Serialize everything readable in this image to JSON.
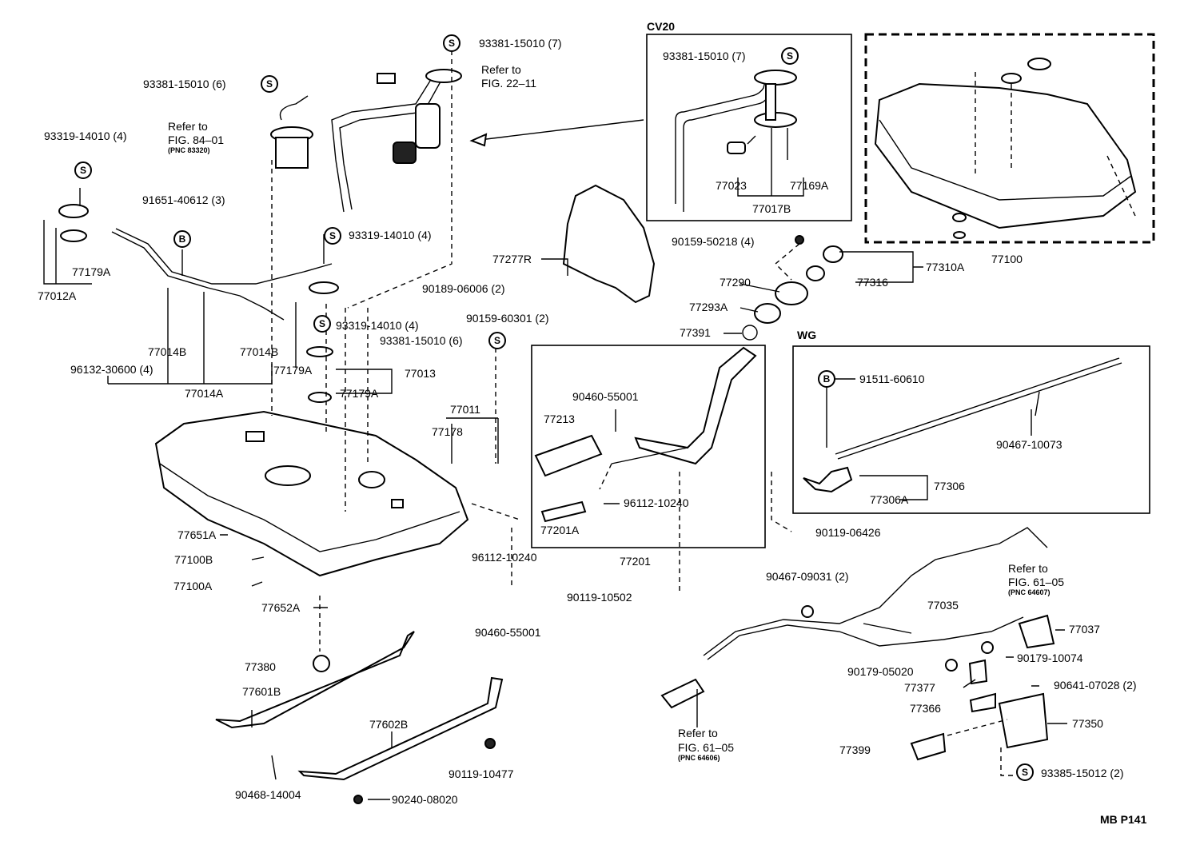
{
  "figure_id": "MB P141",
  "insets": {
    "cv20": {
      "title": "CV20",
      "labels": [
        "93381-15010 (7)",
        "77023",
        "77169A",
        "77017B"
      ]
    },
    "tank_alt": {
      "label": "77100"
    },
    "wg": {
      "title": "WG",
      "labels": [
        "91511-60610",
        "90467-10073",
        "77306",
        "77306A"
      ]
    }
  },
  "refs": {
    "fig22": [
      "Refer to",
      "FIG. 22–11"
    ],
    "fig84": [
      "Refer to",
      "FIG. 84–01",
      "(PNC 83320)"
    ],
    "fig61a": [
      "Refer to",
      "FIG. 61–05",
      "(PNC 64607)"
    ],
    "fig61b": [
      "Refer to",
      "FIG. 61–05",
      "(PNC 64606)"
    ]
  },
  "symbols": {
    "s": "S",
    "b": "B"
  },
  "labels": {
    "l1": "93381-15010 (7)",
    "l2": "93381-15010 (6)",
    "l3": "93319-14010 (4)",
    "l4": "91651-40612 (3)",
    "l5": "77179A",
    "l6": "77012A",
    "l7": "93319-14010 (4)",
    "l8": "93319-14010 (4)",
    "l9": "93381-15010 (6)",
    "l10": "77014B",
    "l11": "77014B",
    "l12": "96132-30600 (4)",
    "l13": "77179A",
    "l14": "77013",
    "l15": "77014A",
    "l16": "77179A",
    "l17": "77277R",
    "l18": "90189-06006 (2)",
    "l19": "90159-60301 (2)",
    "l20": "90159-50218 (4)",
    "l21": "77290",
    "l22": "77310A",
    "l23": "77316",
    "l24": "77293A",
    "l25": "77391",
    "l26": "77011",
    "l27": "77178",
    "l28": "77213",
    "l29": "90460-55001",
    "l30": "96112-10240",
    "l31": "77201A",
    "l32": "96112-10240",
    "l33": "77201",
    "l34": "90119-06426",
    "l35": "77651A",
    "l36": "77100B",
    "l37": "77100A",
    "l38": "77652A",
    "l39": "90460-55001",
    "l40": "90119-10502",
    "l41": "90467-09031 (2)",
    "l42": "77035",
    "l43": "77037",
    "l44": "90179-05020",
    "l45": "90179-10074",
    "l46": "77377",
    "l47": "90641-07028 (2)",
    "l48": "77366",
    "l49": "77350",
    "l50": "77399",
    "l51": "93385-15012 (2)",
    "l52": "77380",
    "l53": "77601B",
    "l54": "77602B",
    "l55": "90119-10477",
    "l56": "90468-14004",
    "l57": "90240-08020"
  }
}
